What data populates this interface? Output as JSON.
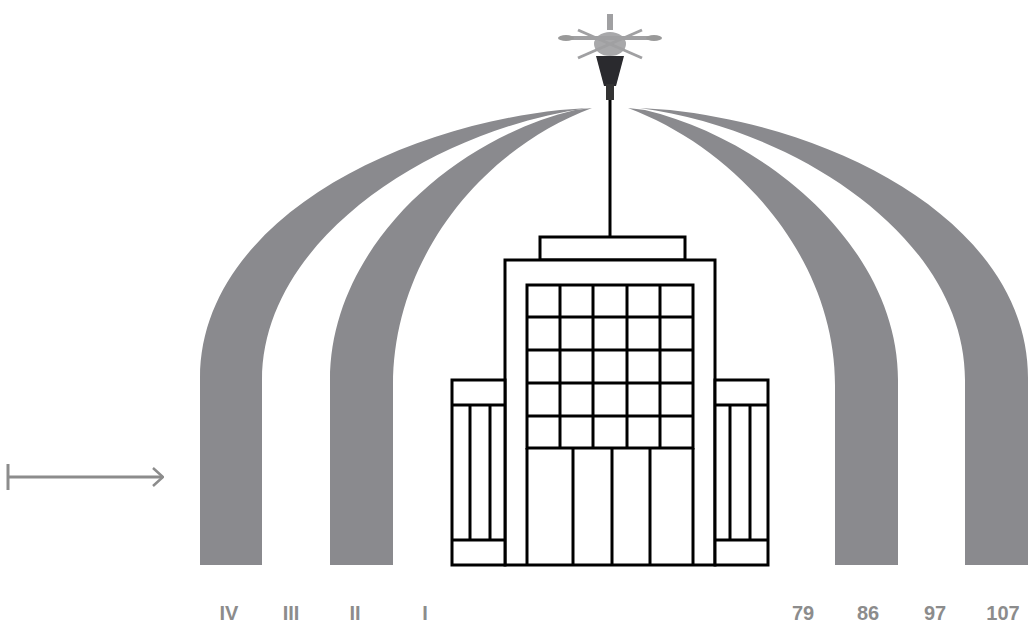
{
  "diagram": {
    "labels": [
      "IV",
      "III",
      "II",
      "I",
      "79",
      "86",
      "97",
      "107"
    ]
  }
}
